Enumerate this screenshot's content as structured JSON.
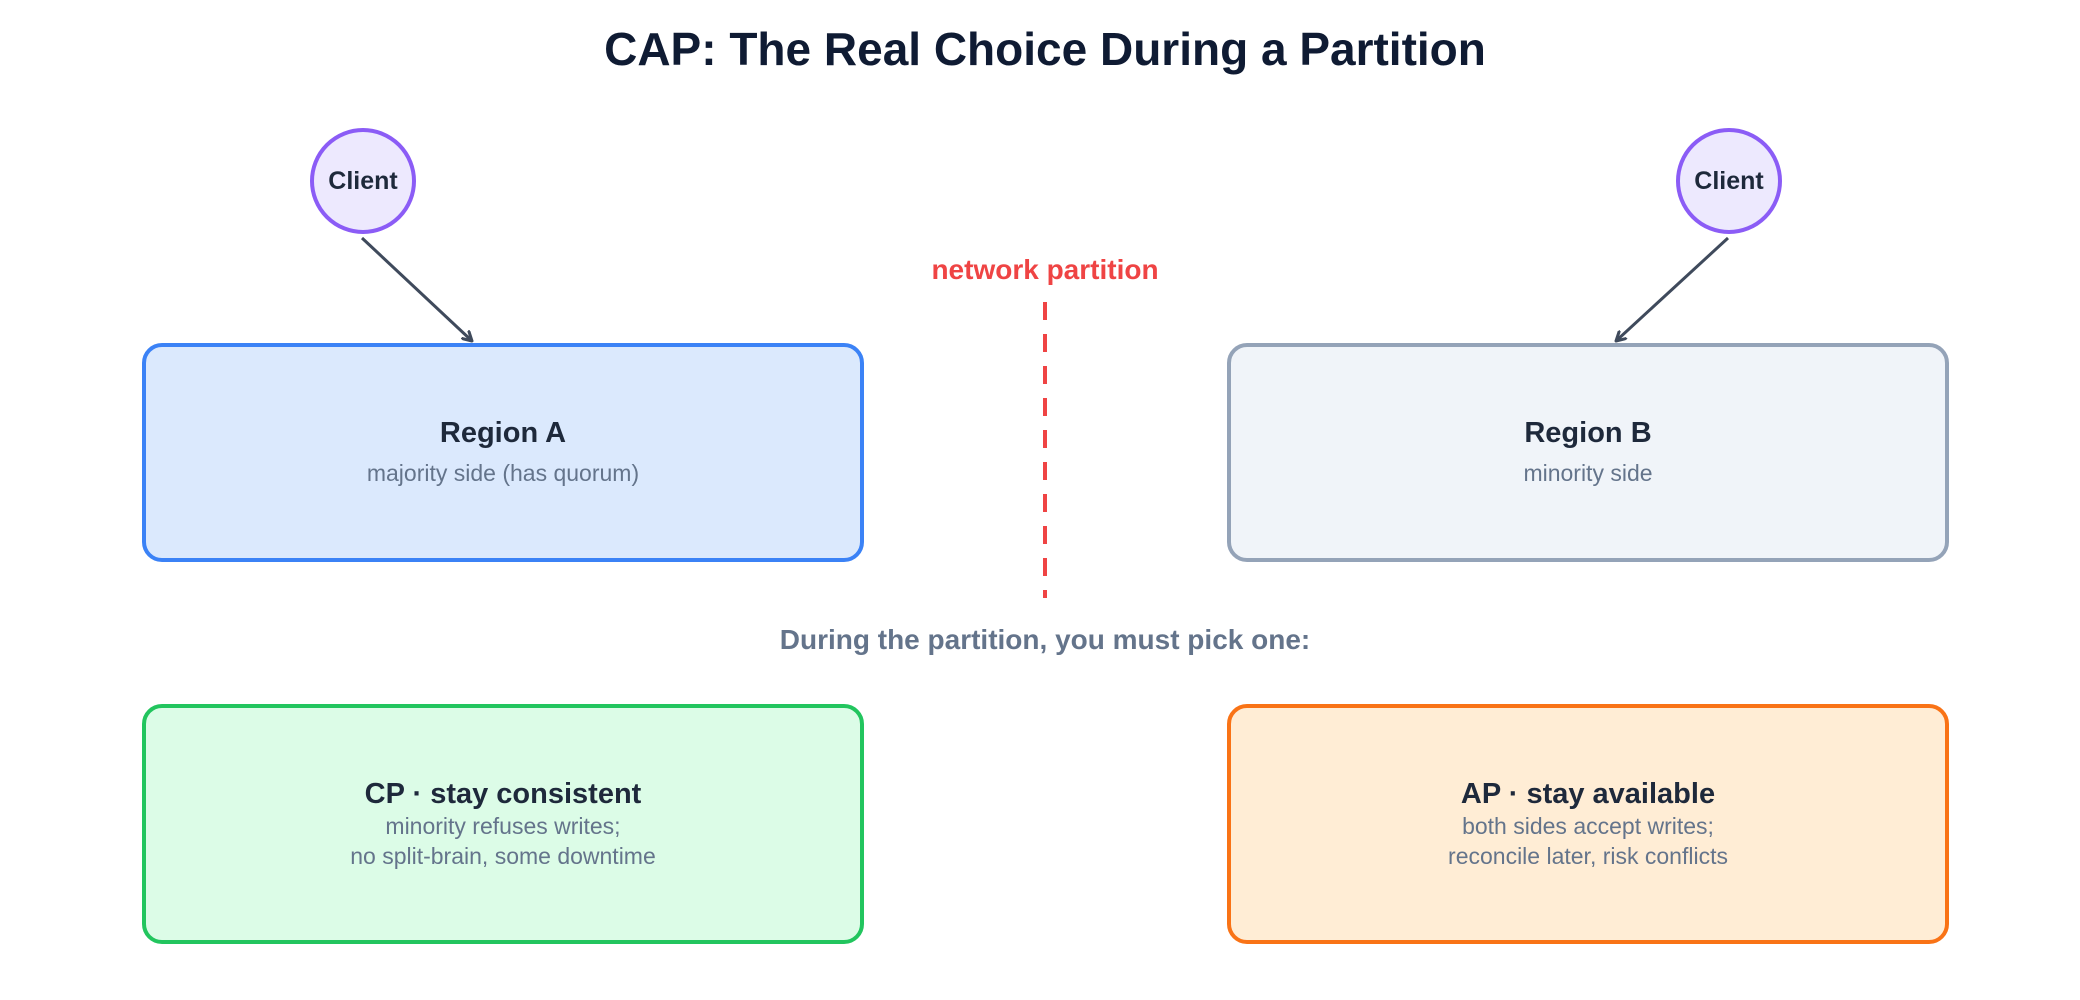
{
  "title": "CAP: The Real Choice During a Partition",
  "clients": [
    {
      "label": "Client"
    },
    {
      "label": "Client"
    }
  ],
  "partition": {
    "label": "network partition",
    "color": "#ef4444"
  },
  "regions": [
    {
      "title": "Region A",
      "subtitle": "majority side (has quorum)",
      "border": "#3b82f6",
      "fill": "#dbe9fd"
    },
    {
      "title": "Region B",
      "subtitle": "minority side",
      "border": "#94a3b8",
      "fill": "#f0f4f9"
    }
  ],
  "prompt": "During the partition, you must pick one:",
  "choices": [
    {
      "title": "CP · stay consistent",
      "lines": [
        "minority refuses writes;",
        "no split-brain, some downtime"
      ],
      "border": "#22c55e",
      "fill": "#dcfce7"
    },
    {
      "title": "AP · stay available",
      "lines": [
        "both sides accept writes;",
        "reconcile later, risk conflicts"
      ],
      "border": "#f97316",
      "fill": "#ffedd5"
    }
  ]
}
